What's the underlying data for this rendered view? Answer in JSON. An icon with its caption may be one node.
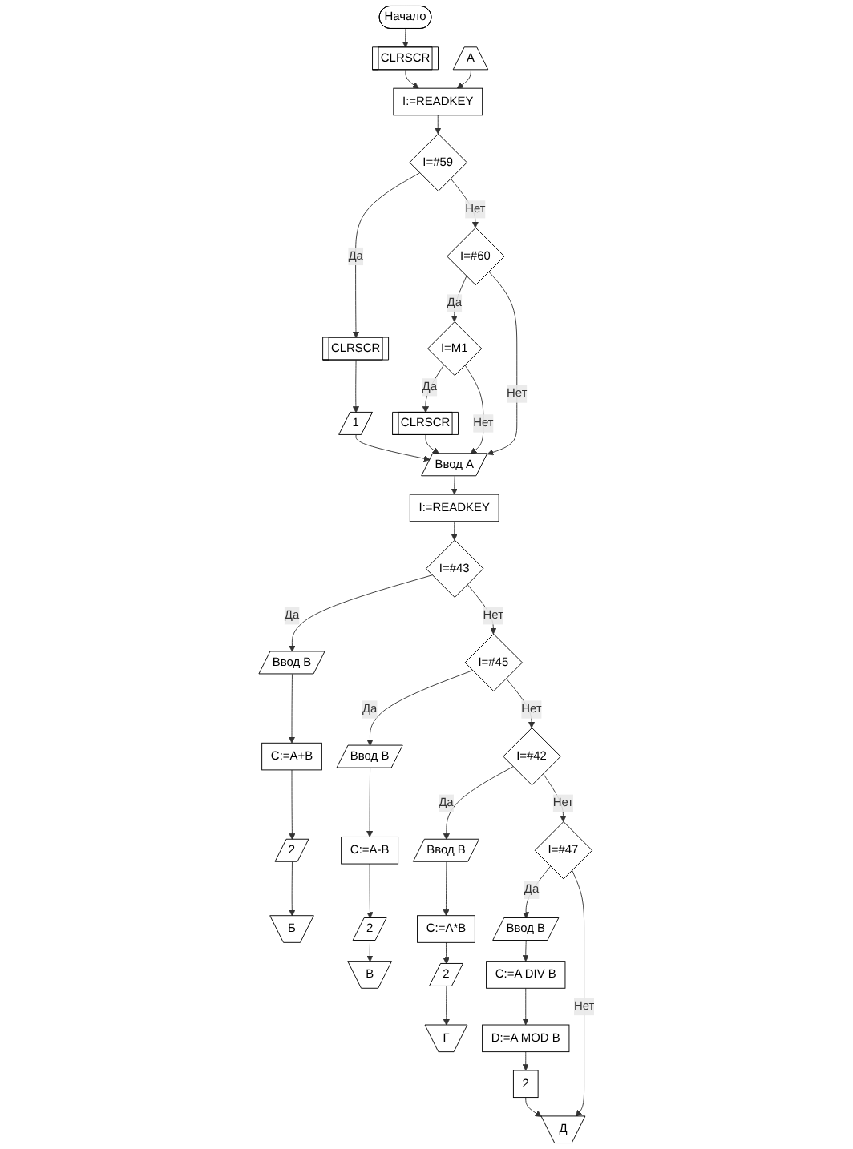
{
  "diagram": {
    "nodes": [
      {
        "text": [
          "Начало"
        ]
      },
      {
        "text": [
          "CLRSCR"
        ]
      },
      {
        "text": [
          "I:=READKEY"
        ]
      },
      {
        "text": [
          "I=#59"
        ]
      },
      {
        "text": [
          "CLRSCR"
        ]
      },
      {
        "text": [
          "1"
        ]
      },
      {
        "text": [
          "I=#60"
        ]
      },
      {
        "text": [
          "I=M1"
        ]
      },
      {
        "text": [
          "CLRSCR"
        ]
      },
      {
        "text": [
          "Ввод А"
        ]
      },
      {
        "text": [
          "I:=READKEY"
        ]
      },
      {
        "text": [
          "I=#43"
        ]
      },
      {
        "text": [
          "Ввод В"
        ]
      },
      {
        "text": [
          "C:=A+B"
        ]
      },
      {
        "text": [
          "2"
        ]
      },
      {
        "text": [
          "I=#45"
        ]
      },
      {
        "text": [
          "Ввод В"
        ]
      },
      {
        "text": [
          "C:=A-B"
        ]
      },
      {
        "text": [
          "2"
        ]
      },
      {
        "text": [
          "I=#42"
        ]
      },
      {
        "text": [
          "Ввод В"
        ]
      },
      {
        "text": [
          "C:=A*B"
        ]
      },
      {
        "text": [
          "2"
        ]
      },
      {
        "text": [
          "I=#47"
        ]
      },
      {
        "text": [
          "Ввод В"
        ]
      },
      {
        "text": [
          "C:=A DIV B"
        ]
      },
      {
        "text": [
          "D:=A MOD B"
        ]
      },
      {
        "text": [
          "2"
        ]
      },
      {
        "text": [
          "А"
        ]
      },
      {
        "text": [
          "Б"
        ]
      },
      {
        "text": [
          "В"
        ]
      },
      {
        "text": [
          "Г"
        ]
      },
      {
        "text": [
          "Д"
        ]
      }
    ],
    "edges": [
      {
        "from": 0,
        "to": 1,
        "arrow": "to"
      },
      {
        "from": 1,
        "to": 2,
        "arrow": "to"
      },
      {
        "from": 2,
        "to": 3,
        "arrow": "to"
      },
      {
        "from": 3,
        "to": 4,
        "arrow": "to",
        "label": "Да"
      },
      {
        "from": 4,
        "to": 5,
        "arrow": "to"
      },
      {
        "from": 3,
        "to": 6,
        "arrow": "to",
        "label": "Нет"
      },
      {
        "from": 6,
        "to": 7,
        "arrow": "to",
        "label": "Да"
      },
      {
        "from": 7,
        "to": 8,
        "arrow": "to",
        "label": "Да"
      },
      {
        "from": 8,
        "to": 9,
        "arrow": "to"
      },
      {
        "from": 7,
        "to": 9,
        "arrow": "to",
        "label": "Нет"
      },
      {
        "from": 6,
        "to": 9,
        "arrow": "to",
        "label": "Нет"
      },
      {
        "from": 5,
        "to": 9,
        "arrow": "to"
      },
      {
        "from": 9,
        "to": 10,
        "arrow": "to"
      },
      {
        "from": 10,
        "to": 11,
        "arrow": "to"
      },
      {
        "from": 11,
        "to": 12,
        "arrow": "to",
        "label": "Да"
      },
      {
        "from": 12,
        "to": 13,
        "arrow": "to"
      },
      {
        "from": 13,
        "to": 14,
        "arrow": "to"
      },
      {
        "from": 14,
        "to": 29,
        "arrow": "to"
      },
      {
        "from": 11,
        "to": 15,
        "arrow": "to",
        "label": "Нет"
      },
      {
        "from": 15,
        "to": 16,
        "arrow": "to",
        "label": "Да"
      },
      {
        "from": 16,
        "to": 17,
        "arrow": "to"
      },
      {
        "from": 17,
        "to": 18,
        "arrow": "to"
      },
      {
        "from": 18,
        "to": 30,
        "arrow": "to"
      },
      {
        "from": 15,
        "to": 19,
        "arrow": "to",
        "label": "Нет"
      },
      {
        "from": 19,
        "to": 20,
        "arrow": "to",
        "label": "Да"
      },
      {
        "from": 20,
        "to": 21,
        "arrow": "to"
      },
      {
        "from": 21,
        "to": 22,
        "arrow": "to"
      },
      {
        "from": 22,
        "to": 31,
        "arrow": "to"
      },
      {
        "from": 19,
        "to": 23,
        "arrow": "to",
        "label": "Нет"
      },
      {
        "from": 23,
        "to": 24,
        "arrow": "to",
        "label": "Да"
      },
      {
        "from": 24,
        "to": 25,
        "arrow": "to"
      },
      {
        "from": 25,
        "to": 26,
        "arrow": "to"
      },
      {
        "from": 26,
        "to": 27,
        "arrow": "to"
      },
      {
        "from": 27,
        "to": 32,
        "arrow": "to"
      },
      {
        "from": 23,
        "to": 32,
        "arrow": "to",
        "label": "Нет"
      },
      {
        "from": 28,
        "to": 2,
        "arrow": "to"
      }
    ]
  }
}
